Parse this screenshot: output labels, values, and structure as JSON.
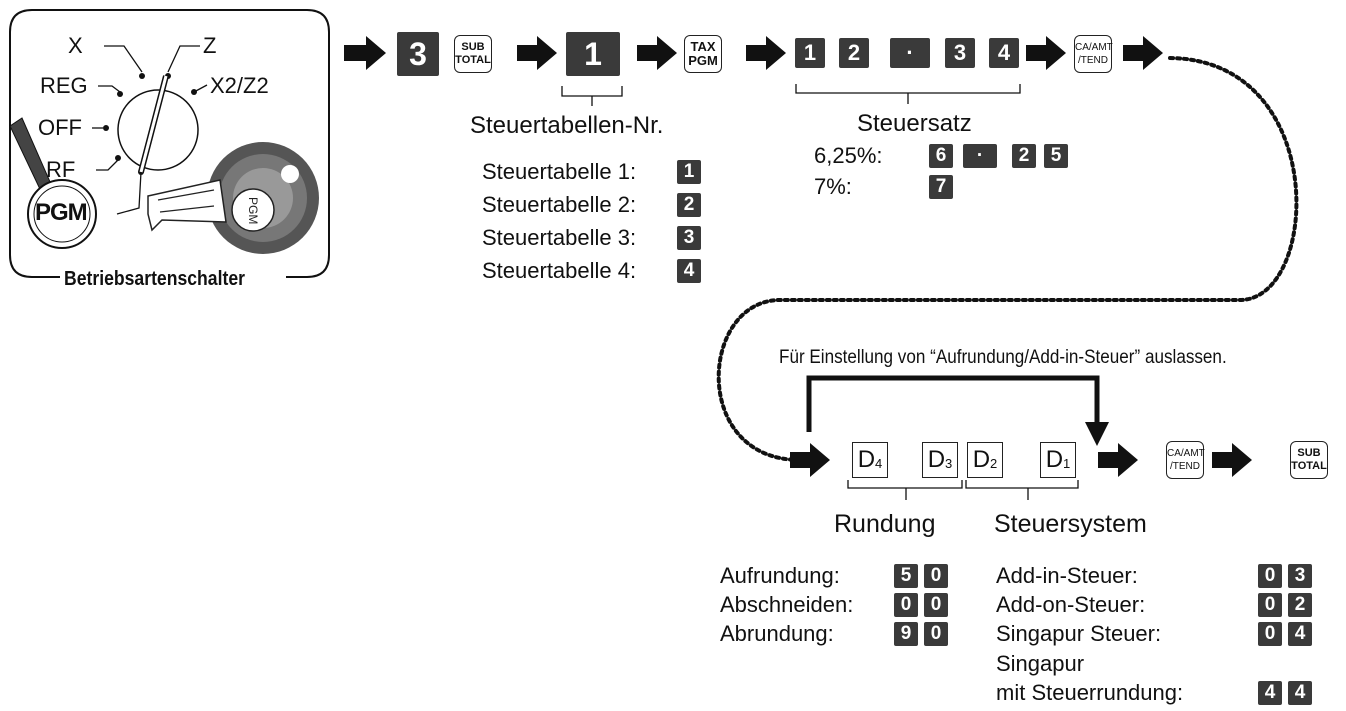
{
  "mode_switch": {
    "caption": "Betriebsartenschalter",
    "positions": [
      "X",
      "Z",
      "REG",
      "X2/Z2",
      "OFF",
      "RF",
      "PGM"
    ],
    "key_label": "PGM"
  },
  "sequence_row1": {
    "key_3": "3",
    "subtotal_key": [
      "SUB",
      "TOTAL"
    ],
    "key_1": "1",
    "taxpgm_key": [
      "TAX",
      "PGM"
    ],
    "rate_keys": [
      "1",
      "2",
      "·",
      "3",
      "4"
    ],
    "caamt_key": [
      "CA/AMT",
      "/TEND"
    ]
  },
  "tax_table": {
    "heading": "Steuertabellen-Nr.",
    "rows": [
      {
        "label": "Steuertabelle 1:",
        "key": "1"
      },
      {
        "label": "Steuertabelle 2:",
        "key": "2"
      },
      {
        "label": "Steuertabelle 3:",
        "key": "3"
      },
      {
        "label": "Steuertabelle 4:",
        "key": "4"
      }
    ]
  },
  "tax_rate": {
    "heading": "Steuersatz",
    "rows": [
      {
        "label": "6,25%:",
        "keys": [
          "6",
          "·",
          "2",
          "5"
        ]
      },
      {
        "label": "7%:",
        "keys": [
          "7"
        ]
      }
    ]
  },
  "skip_note": "Für Einstellung von “Aufrundung/Add-in-Steuer” auslassen.",
  "digits": [
    {
      "main": "D",
      "sub": "4"
    },
    {
      "main": "D",
      "sub": "3"
    },
    {
      "main": "D",
      "sub": "2"
    },
    {
      "main": "D",
      "sub": "1"
    }
  ],
  "sequence_row2": {
    "caamt_key": [
      "CA/AMT",
      "/TEND"
    ],
    "subtotal_key": [
      "SUB",
      "TOTAL"
    ]
  },
  "rundung": {
    "heading": "Rundung",
    "rows": [
      {
        "label": "Aufrundung:",
        "keys": [
          "5",
          "0"
        ]
      },
      {
        "label": "Abschneiden:",
        "keys": [
          "0",
          "0"
        ]
      },
      {
        "label": "Abrundung:",
        "keys": [
          "9",
          "0"
        ]
      }
    ]
  },
  "steuersystem": {
    "heading": "Steuersystem",
    "rows": [
      {
        "label": "Add-in-Steuer:",
        "keys": [
          "0",
          "3"
        ]
      },
      {
        "label": "Add-on-Steuer:",
        "keys": [
          "0",
          "2"
        ]
      },
      {
        "label": "Singapur Steuer:",
        "keys": [
          "0",
          "4"
        ]
      },
      {
        "label": "Singapur",
        "keys": []
      },
      {
        "label": "mit Steuerrundung:",
        "keys": [
          "4",
          "4"
        ]
      }
    ]
  }
}
